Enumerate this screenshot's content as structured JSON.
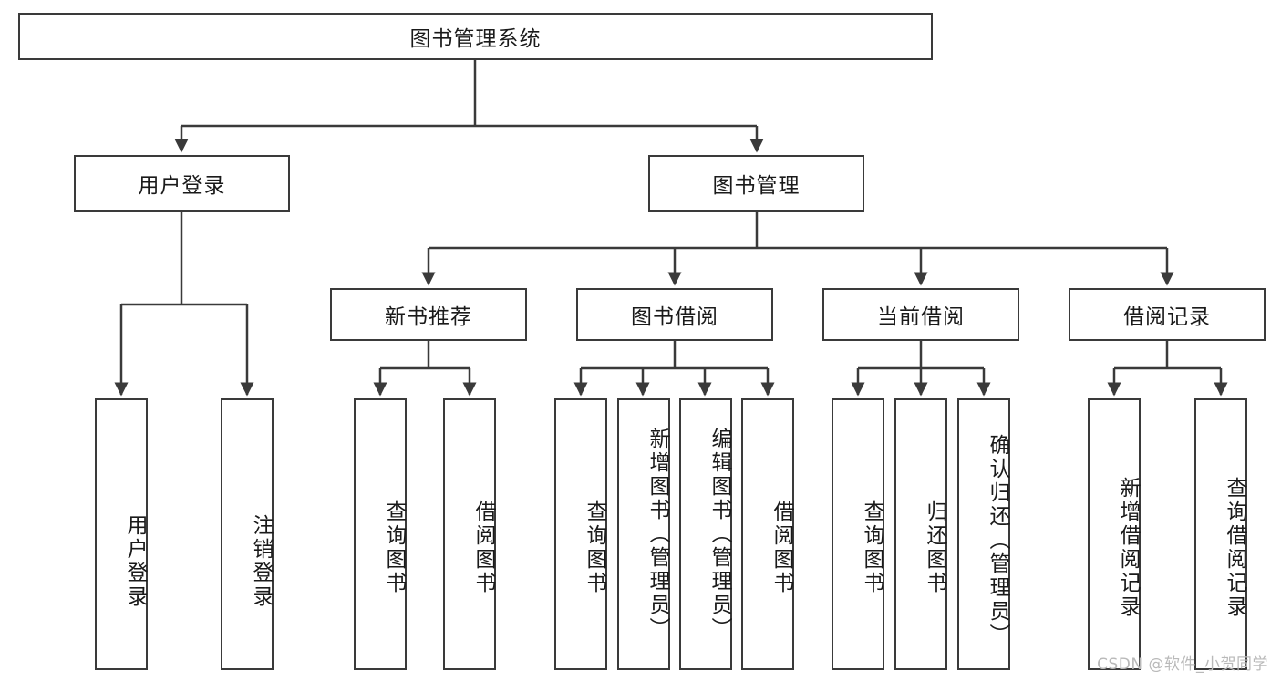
{
  "diagram": {
    "title": "图书管理系统",
    "root": {
      "label": "图书管理系统"
    },
    "level2": [
      {
        "label": "用户登录"
      },
      {
        "label": "图书管理"
      }
    ],
    "level3": [
      {
        "label": "新书推荐"
      },
      {
        "label": "图书借阅"
      },
      {
        "label": "当前借阅"
      },
      {
        "label": "借阅记录"
      }
    ],
    "leaves": {
      "user_login": [
        {
          "label": "用户登录"
        },
        {
          "label": "注销登录"
        }
      ],
      "new_book_recommend": [
        {
          "label": "查询图书"
        },
        {
          "label": "借阅图书"
        }
      ],
      "book_borrow": [
        {
          "label": "查询图书"
        },
        {
          "label": "新增图书（管理员）"
        },
        {
          "label": "编辑图书（管理员）"
        },
        {
          "label": "借阅图书"
        }
      ],
      "current_borrow": [
        {
          "label": "查询图书"
        },
        {
          "label": "归还图书"
        },
        {
          "label": "确认归还（管理员）"
        }
      ],
      "borrow_record": [
        {
          "label": "新增借阅记录"
        },
        {
          "label": "查询借阅记录"
        }
      ]
    }
  },
  "watermark": {
    "text": "CSDN @软件_小贺同学"
  },
  "colors": {
    "stroke": "#3a3a3a",
    "background": "#ffffff",
    "text": "#1a1a1a",
    "watermark": "#b9b9b9"
  }
}
